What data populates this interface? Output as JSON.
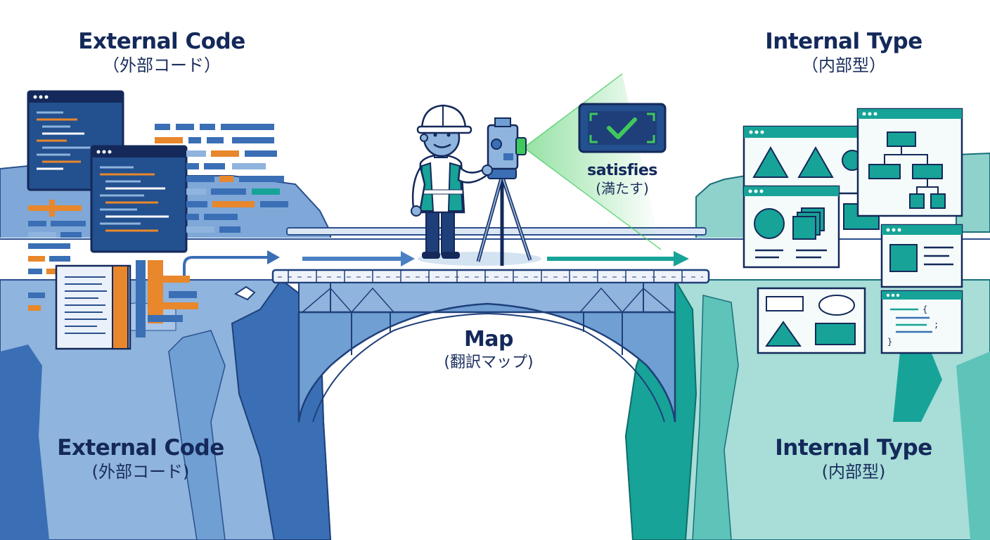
{
  "labels": {
    "top_left": {
      "en": "External Code",
      "jp": "（外部コード）"
    },
    "top_right": {
      "en": "Internal Type",
      "jp": "（内部型）"
    },
    "bottom_left": {
      "en": "External Code",
      "jp": "(外部コード)"
    },
    "bottom_right": {
      "en": "Internal Type",
      "jp": "(内部型)"
    },
    "bridge": {
      "en": "Map",
      "jp": "(翻訳マップ)"
    },
    "check": {
      "en": "satisfies",
      "jp": "(満たす)"
    }
  },
  "icons": [
    "check-icon",
    "code-window-icon",
    "flowchart-icon",
    "shapes-window-icon",
    "surveyor-icon",
    "theodolite-icon"
  ],
  "colors": {
    "navy": "#14295a",
    "left_blue": "#3a6fb5",
    "left_light": "#8fb4dd",
    "right_teal": "#17a398",
    "right_light": "#a8ddd8",
    "accent_orange": "#e8872b",
    "check_green": "#3ec95a"
  }
}
